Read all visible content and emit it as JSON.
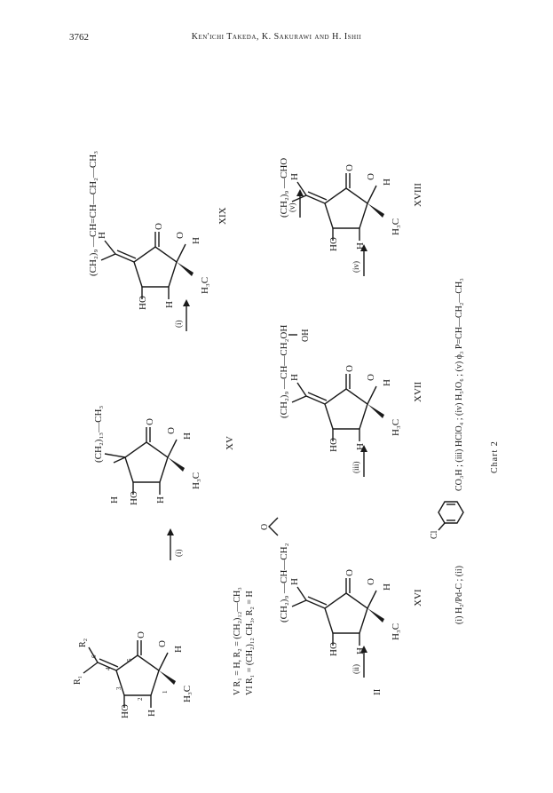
{
  "header": {
    "page_number": "3762",
    "running_head": "Ken'ichi Takeda, K. Sakurawi and H. Ishii"
  },
  "compounds": {
    "v_vi": {
      "label_v": "V R₁ = H,  R₂ = (CH₂)₁₂—CH₃",
      "label_vi": "VI R₁ = (CH₂)₁₂  CH₃,  R₂ = H",
      "r1": "R₁",
      "r2": "R₂",
      "num1": "1",
      "num2": "2",
      "num3": "3",
      "num4": "4",
      "num5": "5",
      "num6": "6"
    },
    "xv": {
      "id": "XV",
      "chain": "(CH₂)₁₃—CH₃"
    },
    "xix": {
      "id": "XIX",
      "chain": "(CH₂)₉ —CH=CH—CH₂—CH₃"
    },
    "xvi": {
      "id": "XVI",
      "chain": "(CH₂)₉ —CH—CH₂",
      "epoxide_o": "O"
    },
    "xvii": {
      "id": "XVII",
      "chain": "(CH₂)₉ —CH—CH₂OH",
      "oh": "OH"
    },
    "xviii": {
      "id": "XVIII",
      "chain": "(CH₂)₉ —CHO"
    }
  },
  "atoms": {
    "h": "H",
    "ho": "HO",
    "h3c": "H₃C",
    "o": "O"
  },
  "arrows": {
    "a1": "(i)",
    "a2": "(i)",
    "a3": "(ii)",
    "a4": "(iii)",
    "a5": "(iv)",
    "a6": "(v)"
  },
  "start_label": "II",
  "reagents": {
    "part1": "(i) H₂/Pd-C ; (ii)",
    "cl": "Cl",
    "part2": "CO₃H ; (iii) HClO₄ ; (iv) H₅IO₆ ; (v) ϕ₃  P=CH—CH₂—CH₃"
  },
  "chart_label": "Chart 2"
}
